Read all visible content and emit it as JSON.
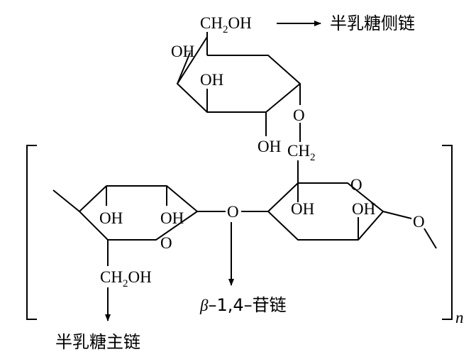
{
  "side_chain": {
    "ch2oh_top": {
      "main": "CH",
      "sub": "2",
      "tail": "OH"
    },
    "oh_left": "OH",
    "oh_inner": "OH",
    "oh_bottom": "OH",
    "ring_o": "O"
  },
  "linker": {
    "ch2": {
      "main": "CH",
      "sub": "2"
    }
  },
  "main_chain": {
    "left_oh1": "OH",
    "left_oh2": "OH",
    "left_ring_o": "O",
    "left_ch2oh": {
      "main": "CH",
      "sub": "2",
      "tail": "OH"
    },
    "bridge_o": "O",
    "right_oh1": "OH",
    "right_oh2": "OH",
    "right_ring_o": "O",
    "end_o": "O"
  },
  "labels": {
    "side_chain": "半乳糖侧链",
    "main_chain": "半乳糖主链",
    "linkage_greek": "β",
    "linkage_text": "–1,4–苷链",
    "repeat_n": "n"
  }
}
